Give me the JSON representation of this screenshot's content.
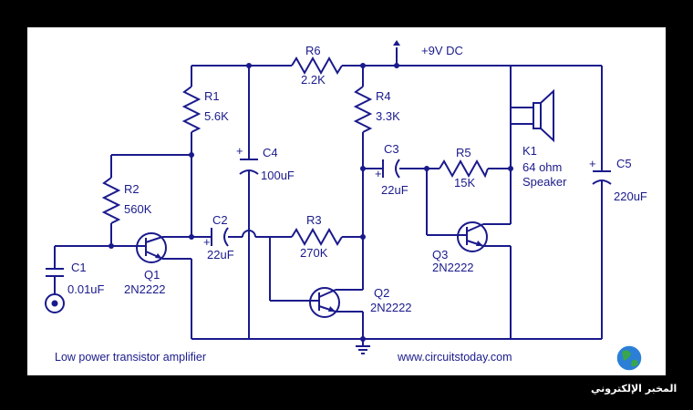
{
  "diagram": {
    "supply": "+9V DC",
    "title": "Low power transistor amplifier",
    "website": "www.circuitstoday.com",
    "watermark_text": "المخبر الإلكتروني",
    "components": {
      "R1": {
        "name": "R1",
        "value": "5.6K"
      },
      "R2": {
        "name": "R2",
        "value": "560K"
      },
      "R3": {
        "name": "R3",
        "value": "270K"
      },
      "R4": {
        "name": "R4",
        "value": "3.3K"
      },
      "R5": {
        "name": "R5",
        "value": "15K"
      },
      "R6": {
        "name": "R6",
        "value": "2.2K"
      },
      "C1": {
        "name": "C1",
        "value": "0.01uF"
      },
      "C2": {
        "name": "C2",
        "value": "22uF"
      },
      "C3": {
        "name": "C3",
        "value": "22uF"
      },
      "C4": {
        "name": "C4",
        "value": "100uF"
      },
      "C5": {
        "name": "C5",
        "value": "220uF"
      },
      "Q1": {
        "name": "Q1",
        "value": "2N2222"
      },
      "Q2": {
        "name": "Q2",
        "value": "2N2222"
      },
      "Q3": {
        "name": "Q3",
        "value": "2N2222"
      },
      "K1": {
        "name": "K1",
        "value": "64 ohm",
        "type": "Speaker"
      }
    },
    "colors": {
      "ink": "#1a1a8c",
      "paper": "#ffffff",
      "frame": "#000000"
    }
  }
}
